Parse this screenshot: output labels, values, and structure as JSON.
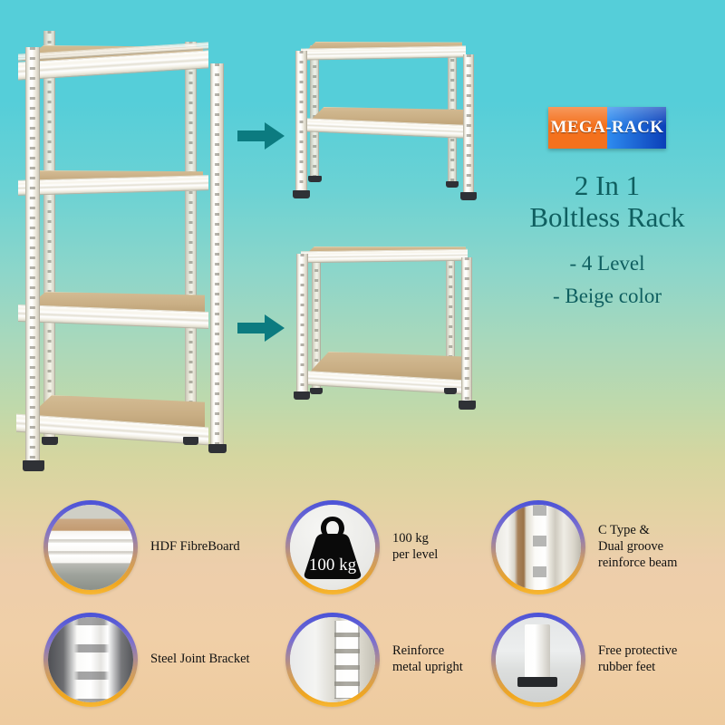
{
  "poster": {
    "background_top_color": "#55ced9",
    "background_bottom_color": "#eecb9f"
  },
  "brand": {
    "logo_text": "MEGA-RACK",
    "logo_left_color": "#f4711d",
    "logo_right_color": "#0b3fb8",
    "logo_text_color": "#ffffff"
  },
  "headline": {
    "line1": "2 In 1",
    "line2": "Boltless Rack",
    "color": "#0f5f60"
  },
  "bullets": [
    "- 4 Level",
    "- Beige color"
  ],
  "product": {
    "main_rack_name": "4-level boltless rack",
    "split_rack_top_name": "2-level rack",
    "split_rack_bottom_name": "2-level rack",
    "arrow_color": "#0c7b80",
    "frame_color": "#f7f4ea",
    "board_color": "#c9ae84"
  },
  "features": [
    {
      "id": "hdf-fibreboard",
      "label": "HDF FibreBoard",
      "icon": "board-edge-photo"
    },
    {
      "id": "load-capacity",
      "label": "100 kg\nper level",
      "icon": "weight-icon",
      "icon_text": "100 kg"
    },
    {
      "id": "c-type-beam",
      "label": "C Type &\nDual groove\nreinforce beam",
      "icon": "beam-photo"
    },
    {
      "id": "steel-joint-bracket",
      "label": "Steel Joint Bracket",
      "icon": "bracket-photo"
    },
    {
      "id": "reinforce-metal-upright",
      "label": "Reinforce\nmetal upright",
      "icon": "upright-photo"
    },
    {
      "id": "rubber-feet",
      "label": "Free protective\nrubber feet",
      "icon": "feet-photo"
    }
  ],
  "badge": {
    "ring_top_color": "#4a52d8",
    "ring_bottom_color": "#f0a61f"
  }
}
